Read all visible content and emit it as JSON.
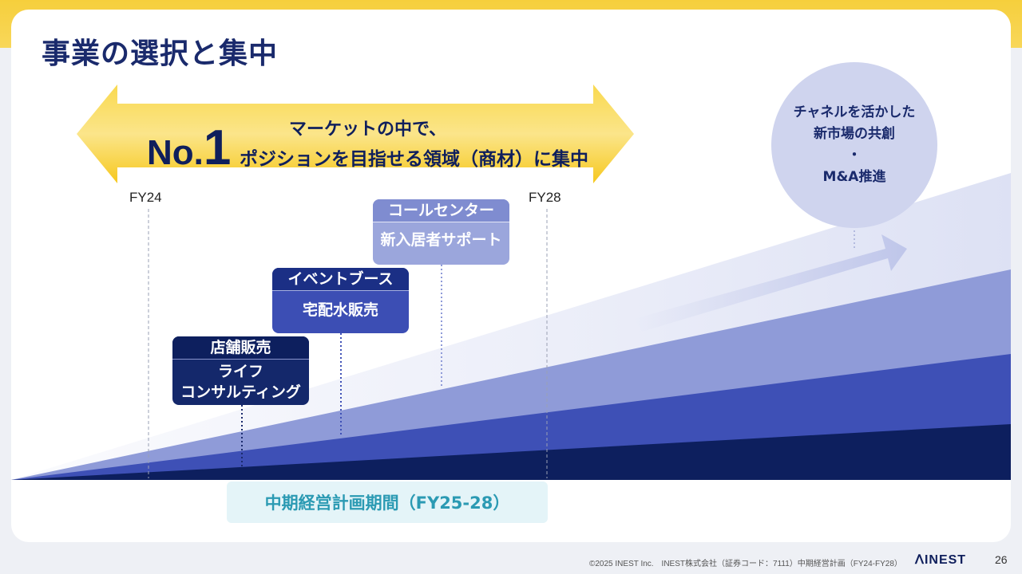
{
  "title": "事業の選択と集中",
  "arrow": {
    "no": "No.",
    "one": "1",
    "line1": "マーケットの中で、",
    "line2": "ポジションを目指せる領域（商材）に集中"
  },
  "fy_start": "FY24",
  "fy_end": "FY28",
  "stages": [
    {
      "head": "店舗販売",
      "body": [
        "ライフ",
        "コンサルティング"
      ]
    },
    {
      "head": "イベントブース",
      "body": [
        "宅配水販売"
      ]
    },
    {
      "head": "コールセンター",
      "body": [
        "新入居者サポート"
      ]
    }
  ],
  "circle": {
    "lines": [
      "チャネルを活かした",
      "新市場の共創",
      "・",
      "M&A推進"
    ]
  },
  "period": "中期経営計画期間（FY25-28）",
  "footer": "©2025 INEST Inc.　INEST株式会社（証券コード：7111）中期経営計画（FY24-FY28）",
  "logo": "INEST",
  "page_number": "26",
  "colors": {
    "navy": "#0d1f5e",
    "blue": "#3d4eb5",
    "mid_blue": "#7d8ad0",
    "light_blue": "#aab3e3",
    "yellow": "#f7cc2c",
    "teal": "#2b9ab3"
  }
}
